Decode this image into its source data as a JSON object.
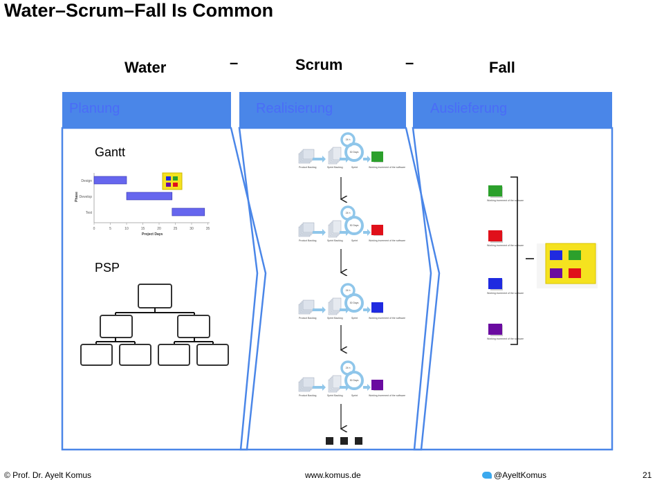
{
  "title": "Water–Scrum–Fall Is Common",
  "phases": {
    "water": "Water",
    "dash1": "–",
    "scrum": "Scrum",
    "dash2": "–",
    "fall": "Fall"
  },
  "columns": {
    "planung": "Planung",
    "realisierung": "Realisierung",
    "auslieferung": "Auslieferung"
  },
  "labels": {
    "gantt": "Gantt",
    "psp": "PSP"
  },
  "gantt": {
    "y_axis_title": "Phase",
    "x_axis_title": "Project Days",
    "tasks": [
      {
        "name": "Design",
        "start": 0,
        "end": 10
      },
      {
        "name": "Develop",
        "start": 10,
        "end": 24
      },
      {
        "name": "Test",
        "start": 24,
        "end": 34
      }
    ],
    "ticks": [
      "0",
      "5",
      "10",
      "15",
      "20",
      "25",
      "30",
      "35"
    ]
  },
  "sprint": {
    "days": "24 h",
    "period": "30 Days",
    "backlog": "Product Backlog",
    "sprint_backlog": "Sprint Backlog",
    "sprint": "Sprint",
    "increment": "Working increment of the software"
  },
  "increments": [
    {
      "color": "#2ca02c",
      "label": "Working increment of the software"
    },
    {
      "color": "#e0101a",
      "label": "Working increment of the software"
    },
    {
      "color": "#1f2ae0",
      "label": "Working increment of the software"
    },
    {
      "color": "#6a0ba0",
      "label": "Working increment of the software"
    }
  ],
  "footer": {
    "author": "© Prof. Dr. Ayelt Komus",
    "website": "www.komus.de",
    "twitter": "@AyeltKomus",
    "page": "21"
  },
  "colors": {
    "header_blue": "#4a86e8",
    "header_text": "#4a6cf7",
    "gantt_bar": "#6666ee"
  }
}
